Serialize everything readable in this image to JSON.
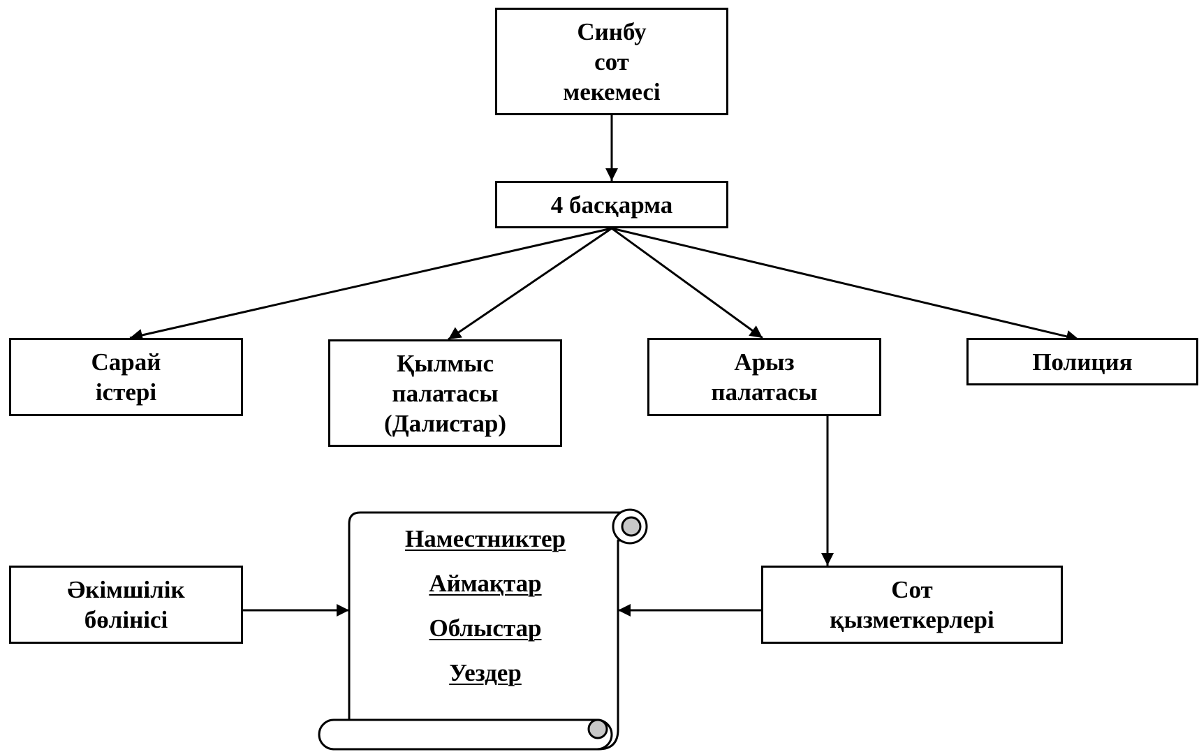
{
  "nodes": {
    "sinbu": {
      "lines": [
        "Синбу",
        "сот",
        "мекемесі"
      ]
    },
    "baskarma": {
      "lines": [
        "4 басқарма"
      ]
    },
    "saray": {
      "lines": [
        "Сарай",
        "істері"
      ]
    },
    "kylmys": {
      "lines": [
        "Қылмыс",
        "палатасы",
        "(Далистар)"
      ]
    },
    "aryz": {
      "lines": [
        "Арыз",
        "палатасы"
      ]
    },
    "policia": {
      "lines": [
        "Полиция"
      ]
    },
    "akimshilik": {
      "lines": [
        "Әкімшілік",
        "бөлінісі"
      ]
    },
    "sot_kyzmetkerleri": {
      "lines": [
        "Сот",
        "қызметкерлері"
      ]
    }
  },
  "scroll": {
    "items": [
      "Наместниктер",
      "Аймақтар",
      "Облыстар",
      "Уездер"
    ]
  },
  "colors": {
    "stroke": "#000000",
    "background": "#ffffff",
    "scroll_curl": "#c8c8c8"
  }
}
